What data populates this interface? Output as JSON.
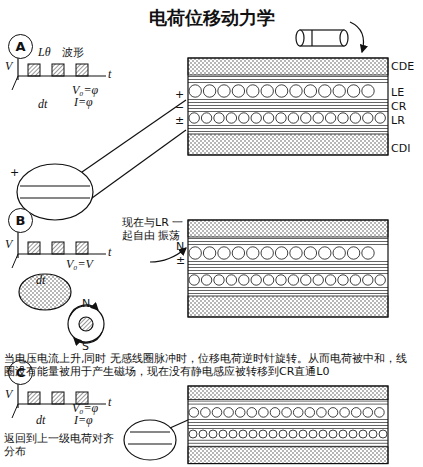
{
  "diagram": {
    "title": "电荷位移动力学",
    "nodes": [
      {
        "text": [
          "A"
        ]
      },
      {
        "text": [
          "B"
        ]
      },
      {
        "text": [
          "C"
        ]
      }
    ],
    "labels": [
      "Lθ",
      "波形",
      "V",
      "t",
      "V₀=φ",
      "I=φ",
      "dt",
      "CDE",
      "LE",
      "CR",
      "LR",
      "CDI",
      "+",
      "−",
      "±",
      "+",
      "V",
      "t",
      "V₀=V",
      "dt",
      "现在与LR 一起自由 振荡",
      "N",
      "±",
      "N",
      "S",
      "当电压电流上升,同时 无感线圈脉冲时，位移电荷逆时针旋转。从而电荷被中和，线圈没有能量被用于产生磁场，现在没有静电感应被转移到CR直通L0",
      "V",
      "t",
      "dt",
      "V₀=φ",
      "I=φ",
      "返回到上一级电荷对齐 分布"
    ]
  }
}
